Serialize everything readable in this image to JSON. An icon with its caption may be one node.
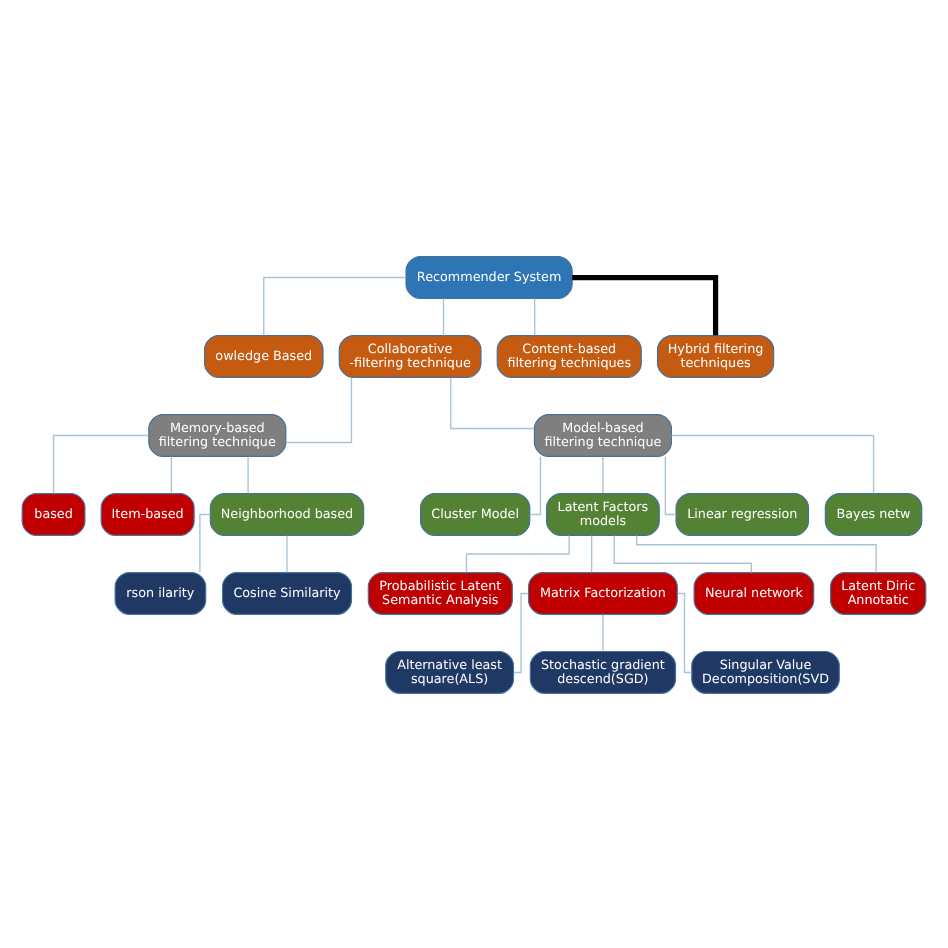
{
  "diagram": {
    "nodes": [
      {
        "text": [
          "Recommender System"
        ]
      },
      {
        "text": [
          "owledge Based"
        ]
      },
      {
        "text": [
          "Collaborative -filtering technique"
        ]
      },
      {
        "text": [
          "Content-based filtering techniques"
        ]
      },
      {
        "text": [
          "Hybrid filtering techniques"
        ]
      },
      {
        "text": [
          "Memory-based filtering technique"
        ]
      },
      {
        "text": [
          "Model-based filtering technique"
        ]
      },
      {
        "text": [
          "based"
        ]
      },
      {
        "text": [
          "Item-based"
        ]
      },
      {
        "text": [
          "Cluster Model"
        ]
      },
      {
        "text": [
          "Latent Factors models"
        ]
      },
      {
        "text": [
          "Linear regression"
        ]
      },
      {
        "text": [
          "Bayes netw"
        ]
      },
      {
        "text": [
          "Neighborhood based"
        ]
      },
      {
        "text": [
          "Probabilistic Latent Semantic Analysis"
        ]
      },
      {
        "text": [
          "Matrix Factorization"
        ]
      },
      {
        "text": [
          "Neural network"
        ]
      },
      {
        "text": [
          "Latent Diric Annotatic"
        ]
      },
      {
        "text": [
          "rson ilarity"
        ]
      },
      {
        "text": [
          "Cosine Similarity"
        ]
      },
      {
        "text": [
          "Alternative least square(ALS)"
        ]
      },
      {
        "text": [
          "Stochastic gradient descend(SGD)"
        ]
      },
      {
        "text": [
          "Singular Value Decomposition(SVD"
        ]
      }
    ],
    "edges": [
      {
        "from": 0,
        "to": 1,
        "arrow": "none"
      },
      {
        "from": 0,
        "to": 2,
        "arrow": "none"
      },
      {
        "from": 0,
        "to": 3,
        "arrow": "none"
      },
      {
        "from": 0,
        "to": 4,
        "arrow": "none",
        "style": "thick",
        "color": "#000000"
      },
      {
        "from": 2,
        "to": 5,
        "arrow": "none"
      },
      {
        "from": 2,
        "to": 6,
        "arrow": "none"
      },
      {
        "from": 5,
        "to": 7,
        "arrow": "none"
      },
      {
        "from": 5,
        "to": 8,
        "arrow": "none"
      },
      {
        "from": 5,
        "to": 13,
        "arrow": "none"
      },
      {
        "from": 6,
        "to": 9,
        "arrow": "none"
      },
      {
        "from": 6,
        "to": 10,
        "arrow": "none"
      },
      {
        "from": 6,
        "to": 11,
        "arrow": "none"
      },
      {
        "from": 6,
        "to": 12,
        "arrow": "none"
      },
      {
        "from": 10,
        "to": 14,
        "arrow": "none"
      },
      {
        "from": 10,
        "to": 15,
        "arrow": "none"
      },
      {
        "from": 10,
        "to": 16,
        "arrow": "none"
      },
      {
        "from": 10,
        "to": 17,
        "arrow": "none"
      },
      {
        "from": 13,
        "to": 18,
        "arrow": "none"
      },
      {
        "from": 13,
        "to": 19,
        "arrow": "none"
      },
      {
        "from": 15,
        "to": 20,
        "arrow": "none"
      },
      {
        "from": 15,
        "to": 21,
        "arrow": "none"
      },
      {
        "from": 15,
        "to": 22,
        "arrow": "none"
      }
    ]
  }
}
